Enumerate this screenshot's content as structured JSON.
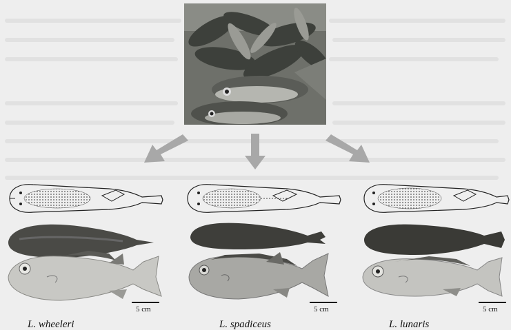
{
  "figure": {
    "species": [
      {
        "name": "L. wheeleri",
        "scale_label": "5 cm"
      },
      {
        "name": "L. spadiceus",
        "scale_label": "5 cm"
      },
      {
        "name": "L. lunaris",
        "scale_label": "5 cm"
      }
    ]
  },
  "colors": {
    "background": "#eeeeee",
    "arrow": "#a8a8a8",
    "photo_dark": "#3b3f3a",
    "fish_light": "#c8c8c4",
    "fish_dark": "#4a4a46"
  },
  "icons": {
    "arrow": "down-arrow-icon",
    "diagram": "fish-outline-icon"
  }
}
